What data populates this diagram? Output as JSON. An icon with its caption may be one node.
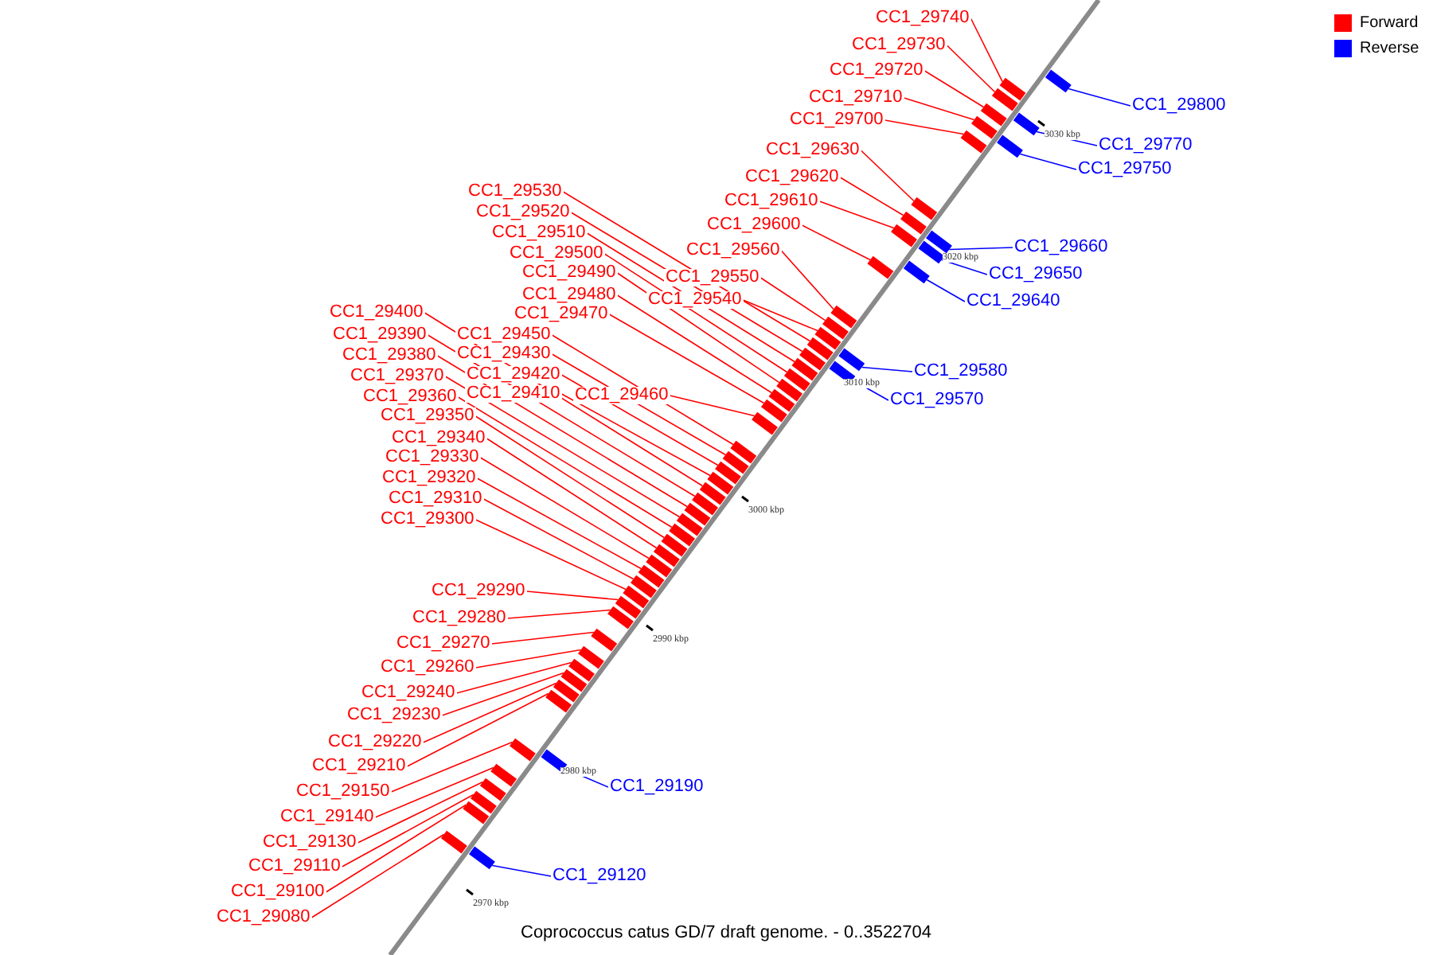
{
  "diagram": {
    "caption": "Coprococcus catus GD/7 draft genome. - 0..3522704",
    "nodes": [
      {
        "text": [
          "CC1_29740"
        ]
      },
      {
        "text": [
          "CC1_29730"
        ]
      },
      {
        "text": [
          "CC1_29720"
        ]
      },
      {
        "text": [
          "CC1_29710"
        ]
      },
      {
        "text": [
          "CC1_29700"
        ]
      },
      {
        "text": [
          "CC1_29630"
        ]
      },
      {
        "text": [
          "CC1_29620"
        ]
      },
      {
        "text": [
          "CC1_29610"
        ]
      },
      {
        "text": [
          "CC1_29600"
        ]
      },
      {
        "text": [
          "CC1_29560"
        ]
      },
      {
        "text": [
          "CC1_29550"
        ]
      },
      {
        "text": [
          "CC1_29540"
        ]
      },
      {
        "text": [
          "CC1_29530"
        ]
      },
      {
        "text": [
          "CC1_29520"
        ]
      },
      {
        "text": [
          "CC1_29510"
        ]
      },
      {
        "text": [
          "CC1_29500"
        ]
      },
      {
        "text": [
          "CC1_29490"
        ]
      },
      {
        "text": [
          "CC1_29480"
        ]
      },
      {
        "text": [
          "CC1_29470"
        ]
      },
      {
        "text": [
          "CC1_29450"
        ]
      },
      {
        "text": [
          "CC1_29430"
        ]
      },
      {
        "text": [
          "CC1_29420"
        ]
      },
      {
        "text": [
          "CC1_29410"
        ]
      },
      {
        "text": [
          "CC1_29460"
        ]
      },
      {
        "text": [
          "CC1_29400"
        ]
      },
      {
        "text": [
          "CC1_29390"
        ]
      },
      {
        "text": [
          "CC1_29380"
        ]
      },
      {
        "text": [
          "CC1_29370"
        ]
      },
      {
        "text": [
          "CC1_29360"
        ]
      },
      {
        "text": [
          "CC1_29350"
        ]
      },
      {
        "text": [
          "CC1_29340"
        ]
      },
      {
        "text": [
          "CC1_29330"
        ]
      },
      {
        "text": [
          "CC1_29320"
        ]
      },
      {
        "text": [
          "CC1_29310"
        ]
      },
      {
        "text": [
          "CC1_29300"
        ]
      },
      {
        "text": [
          "CC1_29290"
        ]
      },
      {
        "text": [
          "CC1_29280"
        ]
      },
      {
        "text": [
          "CC1_29270"
        ]
      },
      {
        "text": [
          "CC1_29260"
        ]
      },
      {
        "text": [
          "CC1_29240"
        ]
      },
      {
        "text": [
          "CC1_29230"
        ]
      },
      {
        "text": [
          "CC1_29220"
        ]
      },
      {
        "text": [
          "CC1_29210"
        ]
      },
      {
        "text": [
          "CC1_29150"
        ]
      },
      {
        "text": [
          "CC1_29140"
        ]
      },
      {
        "text": [
          "CC1_29130"
        ]
      },
      {
        "text": [
          "CC1_29110"
        ]
      },
      {
        "text": [
          "CC1_29100"
        ]
      },
      {
        "text": [
          "CC1_29080"
        ]
      },
      {
        "text": [
          "CC1_29800"
        ]
      },
      {
        "text": [
          "CC1_29770"
        ]
      },
      {
        "text": [
          "CC1_29750"
        ]
      },
      {
        "text": [
          "CC1_29660"
        ]
      },
      {
        "text": [
          "CC1_29650"
        ]
      },
      {
        "text": [
          "CC1_29640"
        ]
      },
      {
        "text": [
          "CC1_29580"
        ]
      },
      {
        "text": [
          "CC1_29570"
        ]
      },
      {
        "text": [
          "CC1_29190"
        ]
      },
      {
        "text": [
          "CC1_29120"
        ]
      },
      {
        "text": [],
        "shape": "box"
      },
      {
        "text": [],
        "shape": "box"
      },
      {
        "text": [],
        "shape": "box"
      },
      {
        "text": [],
        "shape": "box"
      },
      {
        "text": [],
        "shape": "box"
      },
      {
        "text": [],
        "shape": "box"
      },
      {
        "text": [],
        "shape": "box"
      },
      {
        "text": [],
        "shape": "box"
      },
      {
        "text": [],
        "shape": "box"
      },
      {
        "text": [],
        "shape": "box"
      },
      {
        "text": [],
        "shape": "box"
      },
      {
        "text": [],
        "shape": "box"
      },
      {
        "text": [],
        "shape": "box"
      },
      {
        "text": [],
        "shape": "box"
      },
      {
        "text": [],
        "shape": "box"
      },
      {
        "text": [],
        "shape": "box"
      },
      {
        "text": [],
        "shape": "box"
      },
      {
        "text": [],
        "shape": "box"
      },
      {
        "text": [],
        "shape": "box"
      },
      {
        "text": [],
        "shape": "box"
      },
      {
        "text": [],
        "shape": "box"
      },
      {
        "text": [],
        "shape": "box"
      },
      {
        "text": [],
        "shape": "box"
      },
      {
        "text": [],
        "shape": "box"
      },
      {
        "text": [],
        "shape": "box"
      },
      {
        "text": [],
        "shape": "box"
      },
      {
        "text": [],
        "shape": "box"
      },
      {
        "text": [],
        "shape": "box"
      },
      {
        "text": [],
        "shape": "box"
      },
      {
        "text": [],
        "shape": "box"
      },
      {
        "text": [],
        "shape": "box"
      },
      {
        "text": [],
        "shape": "box"
      },
      {
        "text": [],
        "shape": "box"
      },
      {
        "text": [],
        "shape": "box"
      },
      {
        "text": [],
        "shape": "box"
      },
      {
        "text": [],
        "shape": "box"
      },
      {
        "text": [],
        "shape": "box"
      },
      {
        "text": [],
        "shape": "box"
      },
      {
        "text": [],
        "shape": "box"
      },
      {
        "text": [],
        "shape": "box"
      },
      {
        "text": [],
        "shape": "box"
      },
      {
        "text": [],
        "shape": "box"
      },
      {
        "text": [],
        "shape": "box"
      },
      {
        "text": [],
        "shape": "box"
      },
      {
        "text": [],
        "shape": "box"
      },
      {
        "text": [],
        "shape": "box"
      },
      {
        "text": [],
        "shape": "box"
      },
      {
        "text": [],
        "shape": "box"
      },
      {
        "text": [],
        "shape": "box"
      },
      {
        "text": [],
        "shape": "box"
      },
      {
        "text": [],
        "shape": "box"
      },
      {
        "text": [],
        "shape": "box"
      },
      {
        "text": [],
        "shape": "box"
      },
      {
        "text": [],
        "shape": "box"
      },
      {
        "text": [],
        "shape": "box"
      },
      {
        "text": [],
        "shape": "box"
      },
      {
        "text": [],
        "shape": "box"
      },
      {
        "text": [],
        "shape": "box"
      },
      {
        "text": [],
        "shape": "box"
      }
    ],
    "edges": [
      {
        "from": 0,
        "to": 59,
        "arrow": "none"
      },
      {
        "from": 1,
        "to": 60,
        "arrow": "none"
      },
      {
        "from": 2,
        "to": 61,
        "arrow": "none"
      },
      {
        "from": 3,
        "to": 62,
        "arrow": "none"
      },
      {
        "from": 4,
        "to": 63,
        "arrow": "none"
      },
      {
        "from": 5,
        "to": 64,
        "arrow": "none"
      },
      {
        "from": 6,
        "to": 65,
        "arrow": "none"
      },
      {
        "from": 7,
        "to": 66,
        "arrow": "none"
      },
      {
        "from": 8,
        "to": 67,
        "arrow": "none"
      },
      {
        "from": 9,
        "to": 68,
        "arrow": "none"
      },
      {
        "from": 10,
        "to": 69,
        "arrow": "none"
      },
      {
        "from": 11,
        "to": 70,
        "arrow": "none"
      },
      {
        "from": 12,
        "to": 71,
        "arrow": "none"
      },
      {
        "from": 13,
        "to": 72,
        "arrow": "none"
      },
      {
        "from": 14,
        "to": 73,
        "arrow": "none"
      },
      {
        "from": 15,
        "to": 74,
        "arrow": "none"
      },
      {
        "from": 16,
        "to": 75,
        "arrow": "none"
      },
      {
        "from": 17,
        "to": 76,
        "arrow": "none"
      },
      {
        "from": 18,
        "to": 77,
        "arrow": "none"
      },
      {
        "from": 19,
        "to": 78,
        "arrow": "none"
      },
      {
        "from": 20,
        "to": 79,
        "arrow": "none"
      },
      {
        "from": 21,
        "to": 80,
        "arrow": "none"
      },
      {
        "from": 22,
        "to": 81,
        "arrow": "none"
      },
      {
        "from": 23,
        "to": 82,
        "arrow": "none"
      },
      {
        "from": 24,
        "to": 83,
        "arrow": "none"
      },
      {
        "from": 25,
        "to": 84,
        "arrow": "none"
      },
      {
        "from": 26,
        "to": 85,
        "arrow": "none"
      },
      {
        "from": 27,
        "to": 86,
        "arrow": "none"
      },
      {
        "from": 28,
        "to": 87,
        "arrow": "none"
      },
      {
        "from": 29,
        "to": 88,
        "arrow": "none"
      },
      {
        "from": 30,
        "to": 89,
        "arrow": "none"
      },
      {
        "from": 31,
        "to": 90,
        "arrow": "none"
      },
      {
        "from": 32,
        "to": 91,
        "arrow": "none"
      },
      {
        "from": 33,
        "to": 92,
        "arrow": "none"
      },
      {
        "from": 34,
        "to": 93,
        "arrow": "none"
      },
      {
        "from": 35,
        "to": 94,
        "arrow": "none"
      },
      {
        "from": 36,
        "to": 95,
        "arrow": "none"
      },
      {
        "from": 37,
        "to": 96,
        "arrow": "none"
      },
      {
        "from": 38,
        "to": 97,
        "arrow": "none"
      },
      {
        "from": 39,
        "to": 98,
        "arrow": "none"
      },
      {
        "from": 40,
        "to": 99,
        "arrow": "none"
      },
      {
        "from": 41,
        "to": 100,
        "arrow": "none"
      },
      {
        "from": 42,
        "to": 101,
        "arrow": "none"
      },
      {
        "from": 43,
        "to": 102,
        "arrow": "none"
      },
      {
        "from": 44,
        "to": 103,
        "arrow": "none"
      },
      {
        "from": 45,
        "to": 104,
        "arrow": "none"
      },
      {
        "from": 46,
        "to": 105,
        "arrow": "none"
      },
      {
        "from": 47,
        "to": 106,
        "arrow": "none"
      },
      {
        "from": 48,
        "to": 107,
        "arrow": "none"
      },
      {
        "from": 49,
        "to": 108,
        "arrow": "none",
        "color": "#0000ff"
      },
      {
        "from": 50,
        "to": 109,
        "arrow": "none",
        "color": "#0000ff"
      },
      {
        "from": 51,
        "to": 110,
        "arrow": "none",
        "color": "#0000ff"
      },
      {
        "from": 52,
        "to": 111,
        "arrow": "none",
        "color": "#0000ff"
      },
      {
        "from": 53,
        "to": 112,
        "arrow": "none",
        "color": "#0000ff"
      },
      {
        "from": 54,
        "to": 113,
        "arrow": "none",
        "color": "#0000ff"
      },
      {
        "from": 55,
        "to": 114,
        "arrow": "none",
        "color": "#0000ff"
      },
      {
        "from": 56,
        "to": 115,
        "arrow": "none",
        "color": "#0000ff"
      },
      {
        "from": 57,
        "to": 116,
        "arrow": "none",
        "color": "#0000ff"
      },
      {
        "from": 58,
        "to": 117,
        "arrow": "none",
        "color": "#0000ff"
      }
    ],
    "labels": [
      "3030 kbp",
      "3020 kbp",
      "3010 kbp",
      "3000 kbp",
      "2990 kbp",
      "2980 kbp",
      "2970 kbp"
    ],
    "legend": [
      {
        "text": "Forward",
        "color": "#ff0000"
      },
      {
        "text": "Reverse",
        "color": "#0000ff"
      }
    ]
  }
}
